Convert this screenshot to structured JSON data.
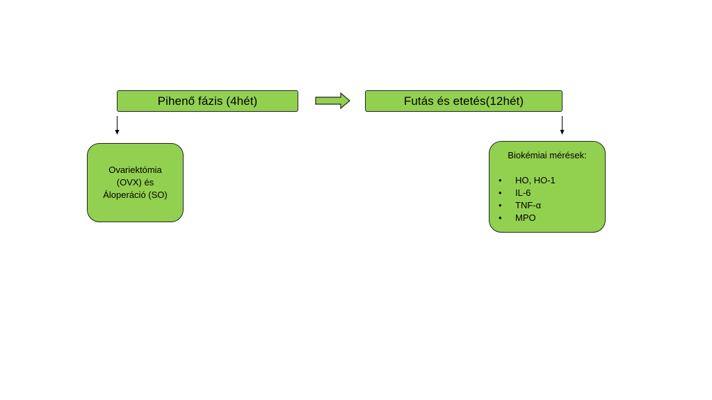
{
  "phases": {
    "rest": "Pihenő fázis (4hét)",
    "run": "Futás és etetés(12hét)"
  },
  "surgery": {
    "lines": [
      "Ovariektómia",
      "(OVX) és",
      "Áloperáció (SO)"
    ]
  },
  "biochem": {
    "title": "Biokémiai mérések:",
    "bullet": "•",
    "items": [
      "HO, HO-1",
      "IL-6",
      "TNF-α",
      "MPO"
    ]
  },
  "colors": {
    "box_fill": "#92d050",
    "border": "#222222"
  }
}
